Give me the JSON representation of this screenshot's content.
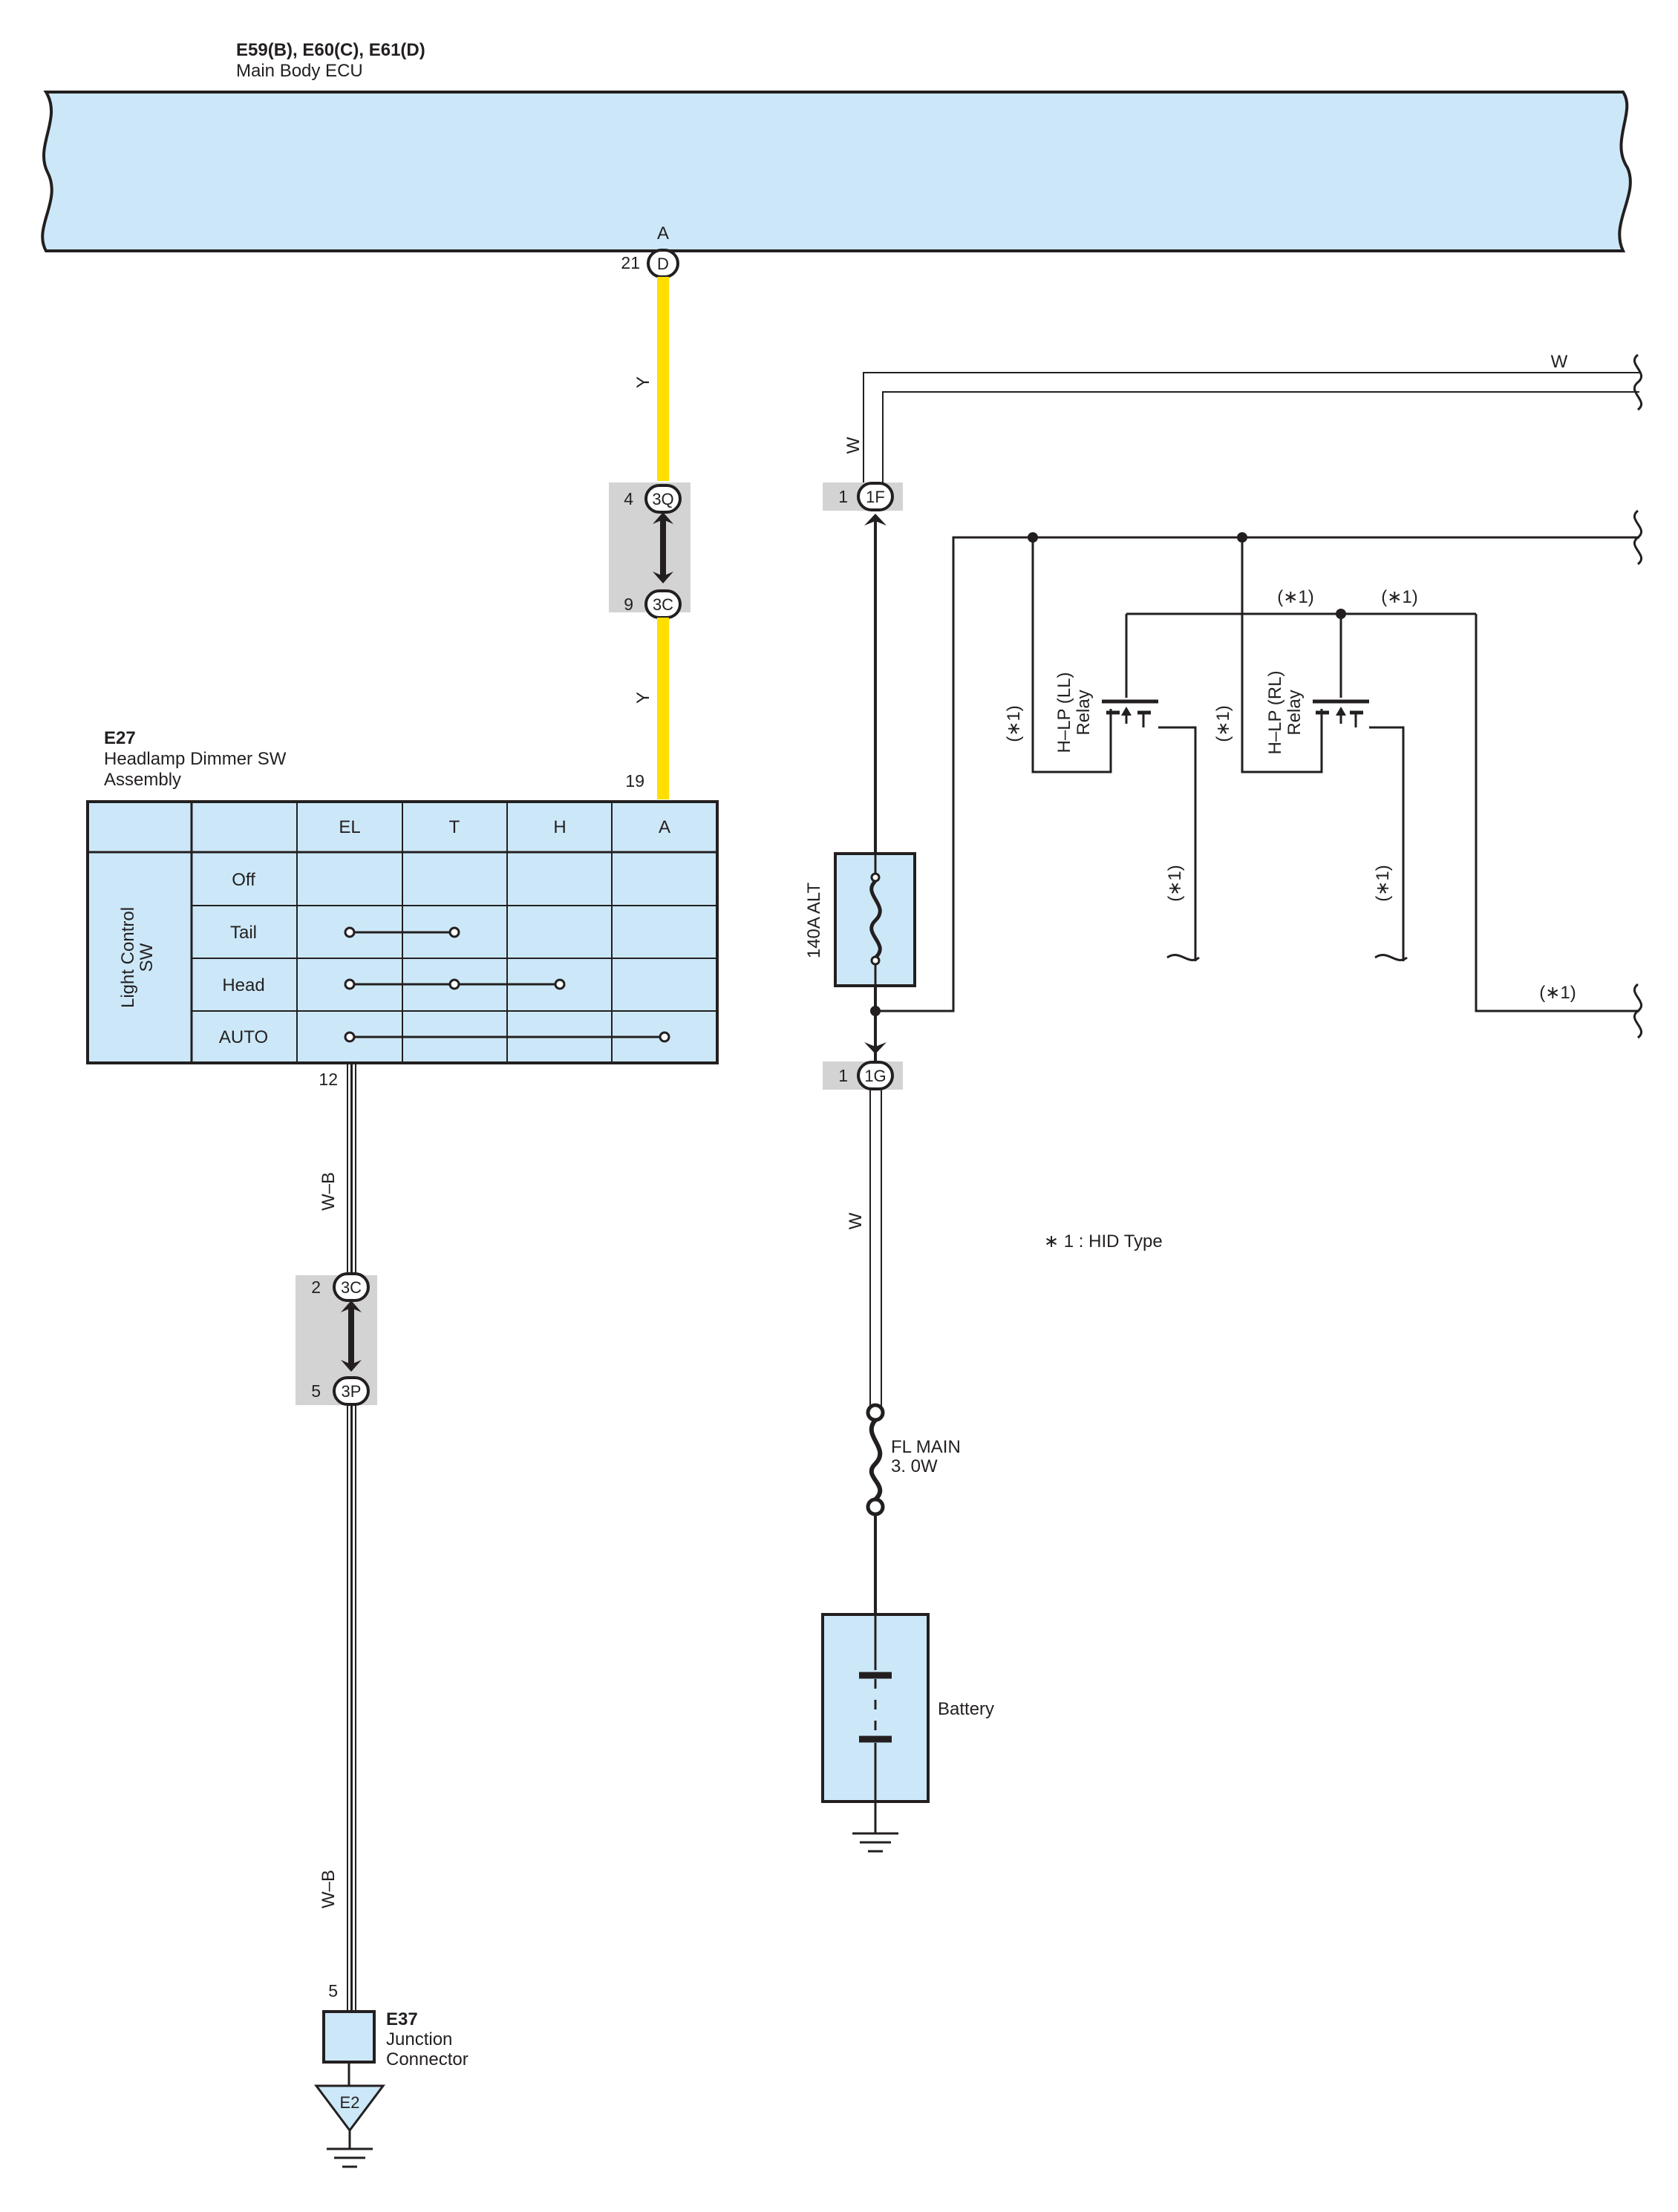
{
  "ecu": {
    "codes": "E59(B), E60(C), E61(D)",
    "name": "Main Body ECU",
    "terminal_letter": "A",
    "pin": "21",
    "connector": "D"
  },
  "wire_colors": {
    "yellow": "#ffde00",
    "component_fill": "#cce8f8",
    "connector_box": "#d3d3d3",
    "line": "#231f20"
  },
  "wires": {
    "ecu_to_switch_upper": "Y",
    "ecu_to_switch_lower": "Y",
    "w_branch": "W",
    "w_to_1f": "W",
    "w_lower": "W",
    "wb_upper": "W–B",
    "wb_lower": "W–B"
  },
  "junctions": {
    "j1_top": {
      "pin": "4",
      "code": "3Q"
    },
    "j1_bottom": {
      "pin": "9",
      "code": "3C"
    },
    "j2_top": {
      "pin": "2",
      "code": "3C"
    },
    "j2_bottom": {
      "pin": "5",
      "code": "3P"
    },
    "j3": {
      "pin": "1",
      "code": "1F"
    },
    "j4": {
      "pin": "1",
      "code": "1G"
    }
  },
  "switch": {
    "code": "E27",
    "name_line1": "Headlamp Dimmer SW",
    "name_line2": "Assembly",
    "pin_top": "19",
    "pin_bottom": "12",
    "group_label_line1": "Light Control",
    "group_label_line2": "SW",
    "columns": [
      "EL",
      "T",
      "H",
      "A"
    ],
    "rows": [
      "Off",
      "Tail",
      "Head",
      "AUTO"
    ]
  },
  "fuses": {
    "alt": "140A ALT",
    "fl_main_line1": "FL MAIN",
    "fl_main_line2": "3. 0W"
  },
  "relays": {
    "ll_line1": "H–LP (LL)",
    "ll_line2": "Relay",
    "rl_line1": "H–LP (RL)",
    "rl_line2": "Relay",
    "marker": "(∗1)"
  },
  "battery": "Battery",
  "junction_connector": {
    "code": "E37",
    "name_line1": "Junction",
    "name_line2": "Connector",
    "pin": "5",
    "ground": "E2"
  },
  "note": "∗ 1 : HID Type"
}
